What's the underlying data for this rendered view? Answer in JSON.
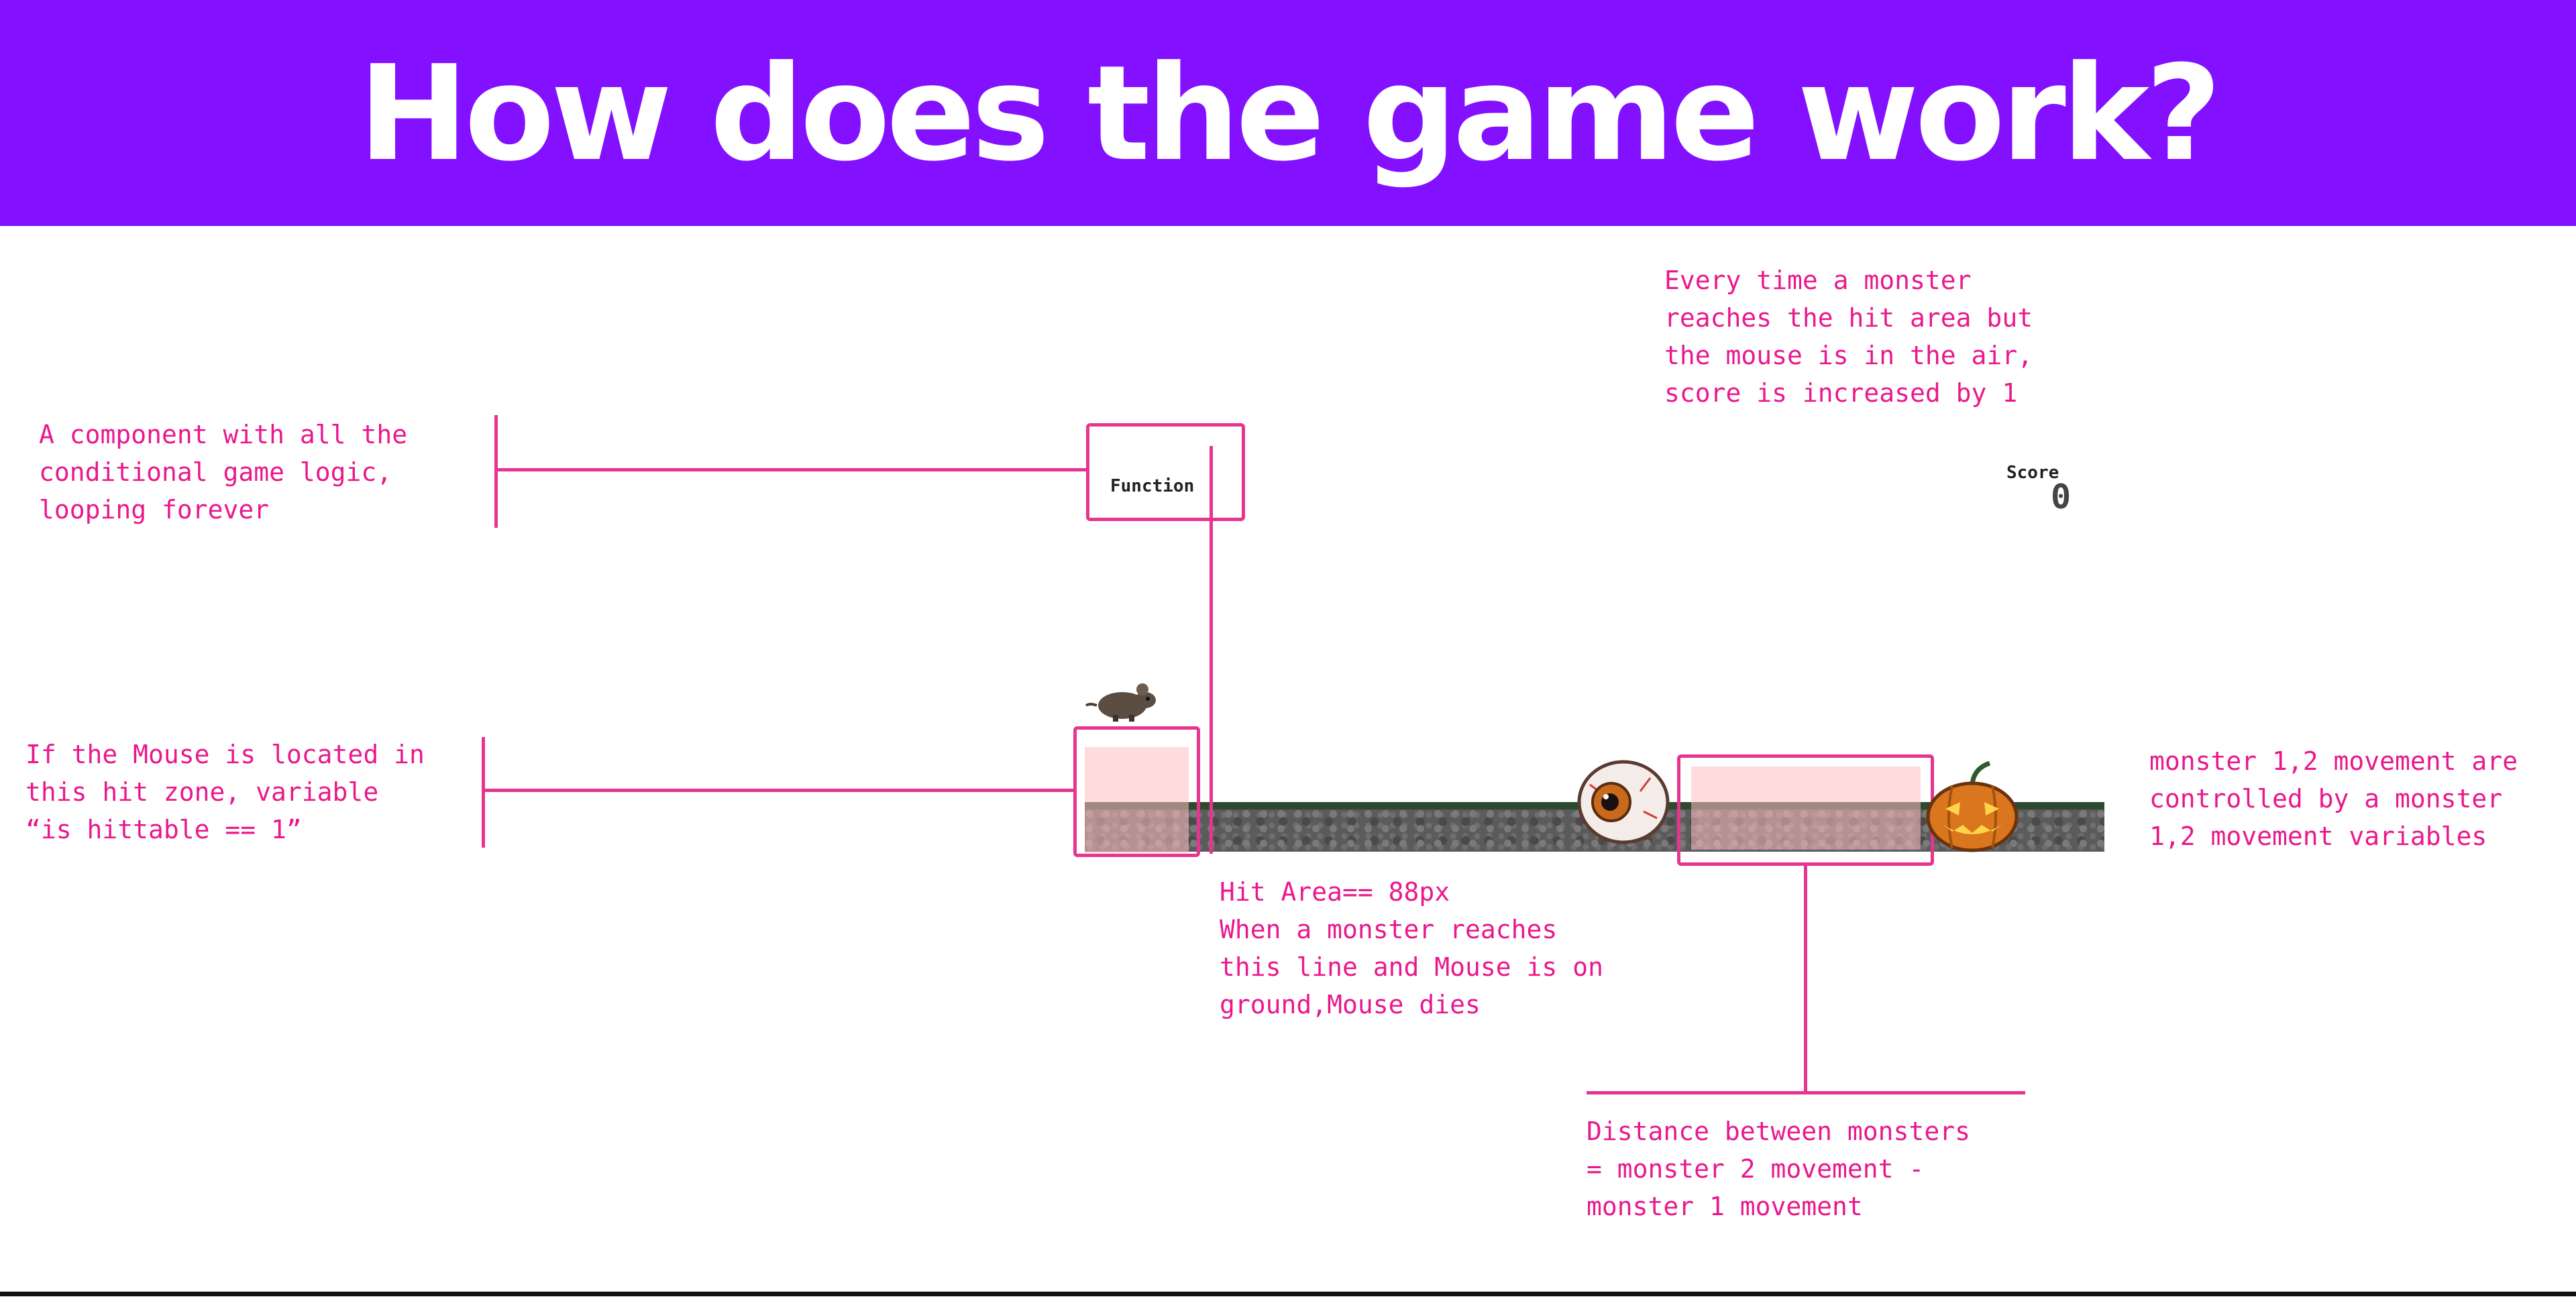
{
  "header": {
    "title": "How does the game work?",
    "background_color": "#8311ff"
  },
  "annotations": {
    "function_note": "A component with all the\nconditional game logic,\nlooping forever",
    "hit_zone_note": "If the Mouse is located in\nthis hit zone, variable\n“is hittable == 1”",
    "score_note": "Every time a monster\nreaches the hit area but\nthe mouse is in the air,\nscore is increased by 1",
    "hit_area_note": "Hit Area== 88px\nWhen a monster reaches\nthis line and Mouse is on\nground,Mouse dies",
    "movement_note": "monster 1,2 movement are\ncontrolled by a monster\n1,2 movement variables",
    "distance_note": "Distance between monsters\n= monster 2 movement -\nmonster 1 movement"
  },
  "game": {
    "function_label": "Function",
    "score_label": "Score",
    "score_value": "0",
    "sprites": [
      "mouse-sprite",
      "eyeball-monster",
      "pumpkin-monster"
    ]
  },
  "colors": {
    "annotation": "#e9198d",
    "hit_fill": "#ffd3d6"
  }
}
